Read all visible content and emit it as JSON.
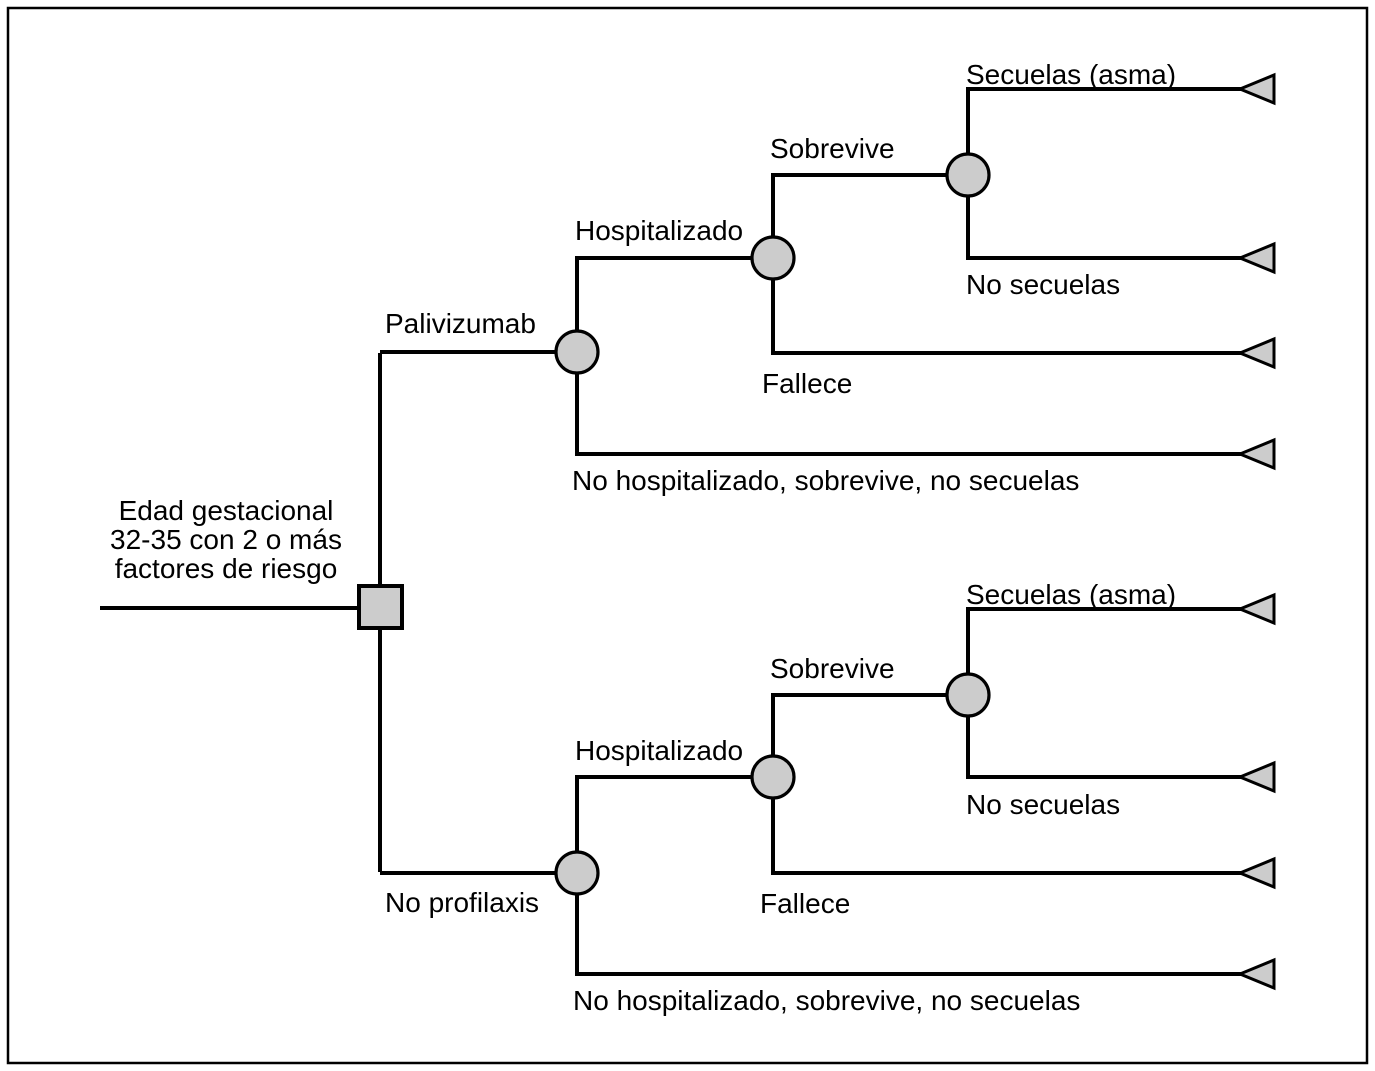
{
  "figure_type": "decision-tree",
  "colors": {
    "background": "#ffffff",
    "node_fill": "#cccccc",
    "line": "#000000"
  },
  "tree": {
    "root": {
      "node_type": "decision-square",
      "label_lines": [
        "Edad gestacional",
        "32-35 con 2 o más",
        "factores de riesgo"
      ]
    },
    "arms": [
      {
        "name": "Palivizumab",
        "labels": {
          "hospitalizado": "Hospitalizado",
          "sobrevive": "Sobrevive",
          "secuelas": "Secuelas (asma)",
          "no_secuelas": "No secuelas",
          "fallece": "Fallece",
          "no_hospitalizado": "No hospitalizado, sobrevive, no secuelas"
        }
      },
      {
        "name": "No profilaxis",
        "labels": {
          "hospitalizado": "Hospitalizado",
          "sobrevive": "Sobrevive",
          "secuelas": "Secuelas (asma)",
          "no_secuelas": "No secuelas",
          "fallece": "Fallece",
          "no_hospitalizado": "No hospitalizado, sobrevive, no secuelas"
        }
      }
    ]
  }
}
